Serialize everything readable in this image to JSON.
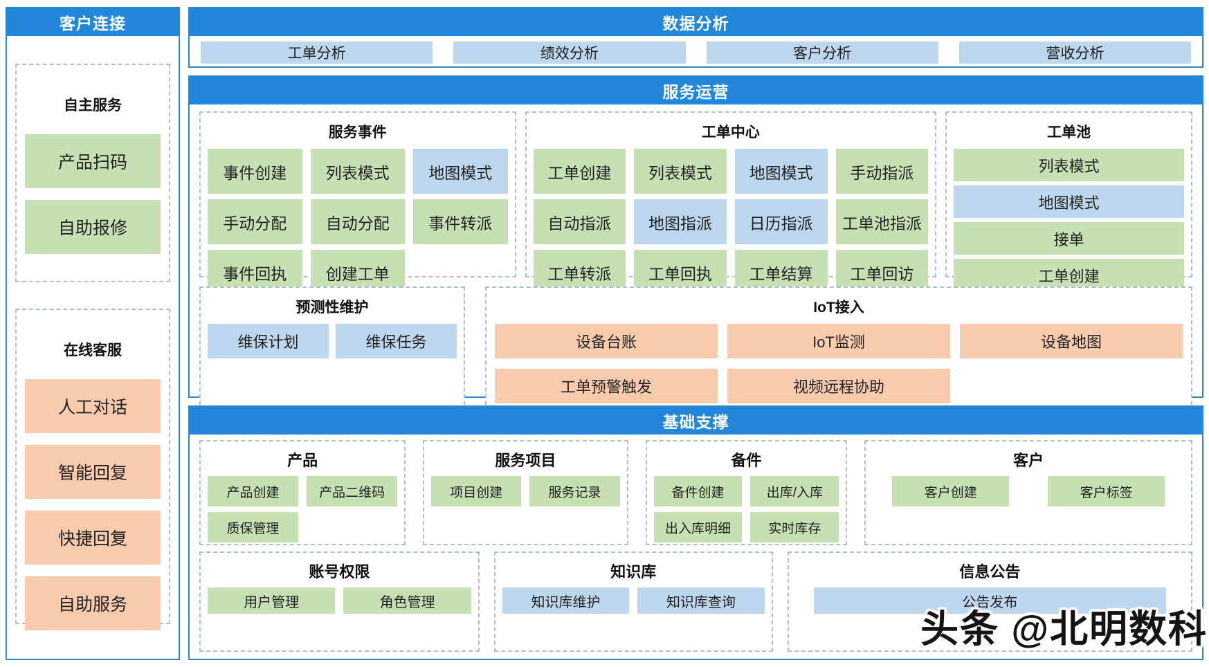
{
  "colors": {
    "header_blue": "#2287db",
    "green": "#c6e0b4",
    "lightblue": "#bdd7ee",
    "orange": "#f8cbad"
  },
  "sidebar": {
    "title": "客户连接",
    "groups": [
      {
        "title": "自主服务",
        "items": [
          {
            "label": "产品扫码",
            "color": "green"
          },
          {
            "label": "自助报修",
            "color": "green"
          }
        ]
      },
      {
        "title": "在线客服",
        "items": [
          {
            "label": "人工对话",
            "color": "orange"
          },
          {
            "label": "智能回复",
            "color": "orange"
          },
          {
            "label": "快捷回复",
            "color": "orange"
          },
          {
            "label": "自助服务",
            "color": "orange"
          }
        ]
      }
    ]
  },
  "data_analysis": {
    "title": "数据分析",
    "items": [
      {
        "label": "工单分析",
        "color": "lightblue"
      },
      {
        "label": "绩效分析",
        "color": "lightblue"
      },
      {
        "label": "客户分析",
        "color": "lightblue"
      },
      {
        "label": "营收分析",
        "color": "lightblue"
      }
    ]
  },
  "service_operations": {
    "title": "服务运营",
    "service_events": {
      "title": "服务事件",
      "items": [
        {
          "label": "事件创建",
          "color": "green"
        },
        {
          "label": "列表模式",
          "color": "green"
        },
        {
          "label": "地图模式",
          "color": "lightblue"
        },
        {
          "label": "手动分配",
          "color": "green"
        },
        {
          "label": "自动分配",
          "color": "green"
        },
        {
          "label": "事件转派",
          "color": "green"
        },
        {
          "label": "事件回执",
          "color": "green"
        },
        {
          "label": "创建工单",
          "color": "green"
        }
      ]
    },
    "work_order_center": {
      "title": "工单中心",
      "items": [
        {
          "label": "工单创建",
          "color": "green"
        },
        {
          "label": "列表模式",
          "color": "green"
        },
        {
          "label": "地图模式",
          "color": "lightblue"
        },
        {
          "label": "手动指派",
          "color": "green"
        },
        {
          "label": "自动指派",
          "color": "green"
        },
        {
          "label": "地图指派",
          "color": "lightblue"
        },
        {
          "label": "日历指派",
          "color": "lightblue"
        },
        {
          "label": "工单池指派",
          "color": "green"
        },
        {
          "label": "工单转派",
          "color": "green"
        },
        {
          "label": "工单回执",
          "color": "green"
        },
        {
          "label": "工单结算",
          "color": "green"
        },
        {
          "label": "工单回访",
          "color": "green"
        }
      ]
    },
    "work_order_pool": {
      "title": "工单池",
      "items": [
        {
          "label": "列表模式",
          "color": "green"
        },
        {
          "label": "地图模式",
          "color": "lightblue"
        },
        {
          "label": "接单",
          "color": "green"
        },
        {
          "label": "工单创建",
          "color": "green"
        }
      ]
    },
    "predictive_maintenance": {
      "title": "预测性维护",
      "items": [
        {
          "label": "维保计划",
          "color": "lightblue"
        },
        {
          "label": "维保任务",
          "color": "lightblue"
        }
      ]
    },
    "iot_access": {
      "title": "IoT接入",
      "items": [
        {
          "label": "设备台账",
          "color": "orange"
        },
        {
          "label": "IoT监测",
          "color": "orange"
        },
        {
          "label": "设备地图",
          "color": "orange"
        },
        {
          "label": "工单预警触发",
          "color": "orange"
        },
        {
          "label": "视频远程协助",
          "color": "orange"
        }
      ]
    }
  },
  "basic_support": {
    "title": "基础支撑",
    "product": {
      "title": "产品",
      "items": [
        {
          "label": "产品创建",
          "color": "green"
        },
        {
          "label": "产品二维码",
          "color": "green"
        },
        {
          "label": "质保管理",
          "color": "green"
        }
      ]
    },
    "service_items": {
      "title": "服务项目",
      "items": [
        {
          "label": "项目创建",
          "color": "green"
        },
        {
          "label": "服务记录",
          "color": "green"
        }
      ]
    },
    "spare_parts": {
      "title": "备件",
      "items": [
        {
          "label": "备件创建",
          "color": "green"
        },
        {
          "label": "出库/入库",
          "color": "green"
        },
        {
          "label": "出入库明细",
          "color": "green"
        },
        {
          "label": "实时库存",
          "color": "green"
        }
      ]
    },
    "customer": {
      "title": "客户",
      "items": [
        {
          "label": "客户创建",
          "color": "green"
        },
        {
          "label": "客户标签",
          "color": "green"
        }
      ]
    },
    "account_permission": {
      "title": "账号权限",
      "items": [
        {
          "label": "用户管理",
          "color": "green"
        },
        {
          "label": "角色管理",
          "color": "green"
        }
      ]
    },
    "knowledge_base": {
      "title": "知识库",
      "items": [
        {
          "label": "知识库维护",
          "color": "lightblue"
        },
        {
          "label": "知识库查询",
          "color": "lightblue"
        }
      ]
    },
    "announcement": {
      "title": "信息公告",
      "items": [
        {
          "label": "公告发布",
          "color": "lightblue"
        }
      ]
    }
  },
  "watermark": {
    "text": "头条 @北明数科"
  }
}
